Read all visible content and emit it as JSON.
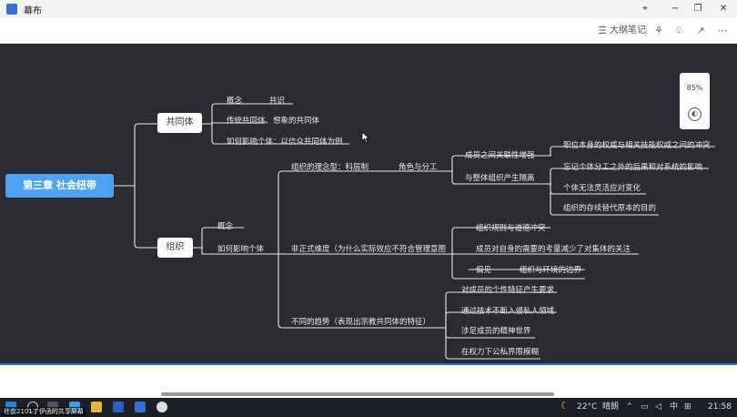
{
  "window": {
    "title": "幕布"
  },
  "toolbar": {
    "outline_label": "大纲笔记"
  },
  "zoom": {
    "level": "85%"
  },
  "mindmap": {
    "root": "第三章 社会纽带",
    "community": {
      "label": "共同体",
      "concept": "概念",
      "consensus": "共识",
      "traditional": "传统共同体、想象的共同体",
      "influence": "如何影响个体：以信众共同体为例"
    },
    "organization": {
      "label": "组织",
      "concept": "概念",
      "influence": "如何影响个体",
      "ideal_type": "组织的理念型：科层制",
      "role": "角色与分工",
      "rel_increase": "成员之间关联性增强",
      "alienation": "与整体组织产生隔离",
      "conflict_power": "职位本身的权威与相关技能权威之间的冲突",
      "forget_system": "忘记个体分工之外的后果和对系统的影响",
      "cannot_adapt": "个体无法灵活应对变化",
      "substitution": "组织的存续替代原本的目的",
      "informal": "非正式维度（为什么实际效应不符合管理意图",
      "rules_ethics": "组织规则与道德冲突",
      "self_needs": "成员对自身的需要的考量减少了对集体的关注",
      "prejudice": "偏见",
      "boundary": "组织与环境的边界",
      "trend": "不同的趋势（表现出宗教共同体的特征）",
      "demands": "对成员的个性特征产生要求",
      "tech_invade": "通过技术不断入侵私人领域",
      "spirit": "涉足成员的精神世界",
      "public_private": "在权力下公私界限模糊"
    }
  },
  "taskbar": {
    "temperature": "22°C",
    "weather": "晴朗",
    "ime": "中",
    "clock": "21:58"
  },
  "footnote": "社会2101丁伊函的共享屏幕"
}
